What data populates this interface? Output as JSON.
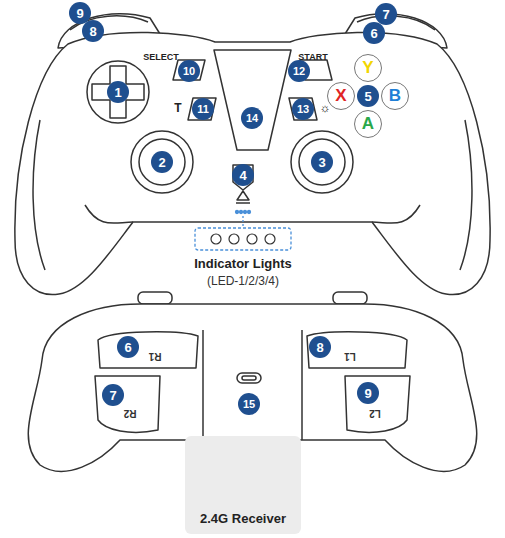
{
  "diagram": {
    "nodes": [
      {
        "text": [
          "Y"
        ]
      },
      {
        "text": [
          "X"
        ]
      },
      {
        "text": [
          "B"
        ]
      },
      {
        "text": [
          "A"
        ]
      },
      {
        "text": [
          "2.4G Receiver"
        ]
      }
    ],
    "labels": [
      "9",
      "8",
      "7",
      "6",
      "SELECT",
      "10",
      "START",
      "12",
      "1",
      "5",
      "T",
      "11",
      "13",
      "☼",
      "14",
      "2",
      "3",
      "4",
      "Indicator Lights",
      "(LED-1/2/3/4)",
      "6",
      "R1",
      "8",
      "L1",
      "7",
      "R2",
      "15",
      "L2",
      "9"
    ]
  }
}
